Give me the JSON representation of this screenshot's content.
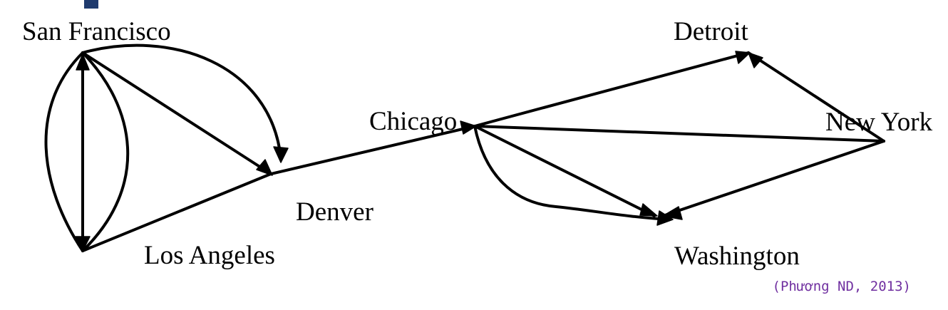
{
  "colors": {
    "edge": "#000000",
    "label": "#000000",
    "citation": "#7030a0",
    "heading_fragment": "#1f3b6e"
  },
  "cities": {
    "san_francisco": "San Francisco",
    "los_angeles": "Los Angeles",
    "denver": "Denver",
    "chicago": "Chicago",
    "detroit": "Detroit",
    "new_york": "New York",
    "washington": "Washington"
  },
  "citation": "(Phương ND, 2013)",
  "edges": [
    {
      "from": "San Francisco",
      "to": "Los Angeles",
      "kind": "straight, bidirectional"
    },
    {
      "from": "San Francisco",
      "to": "Los Angeles",
      "kind": "curve west"
    },
    {
      "from": "San Francisco",
      "to": "Los Angeles",
      "kind": "curve east"
    },
    {
      "from": "San Francisco",
      "to": "Denver",
      "kind": "straight"
    },
    {
      "from": "San Francisco",
      "to": "Denver",
      "kind": "arc"
    },
    {
      "from": "Denver",
      "to": "Los Angeles",
      "kind": "straight"
    },
    {
      "from": "Denver",
      "to": "Chicago",
      "kind": "straight"
    },
    {
      "from": "Chicago",
      "to": "Detroit",
      "kind": "straight"
    },
    {
      "from": "New York",
      "to": "Detroit",
      "kind": "straight"
    },
    {
      "from": "New York",
      "to": "Chicago",
      "kind": "straight"
    },
    {
      "from": "New York",
      "to": "Washington",
      "kind": "straight"
    },
    {
      "from": "Chicago",
      "to": "Washington",
      "kind": "straight"
    },
    {
      "from": "Chicago",
      "to": "Washington",
      "kind": "curve"
    }
  ]
}
